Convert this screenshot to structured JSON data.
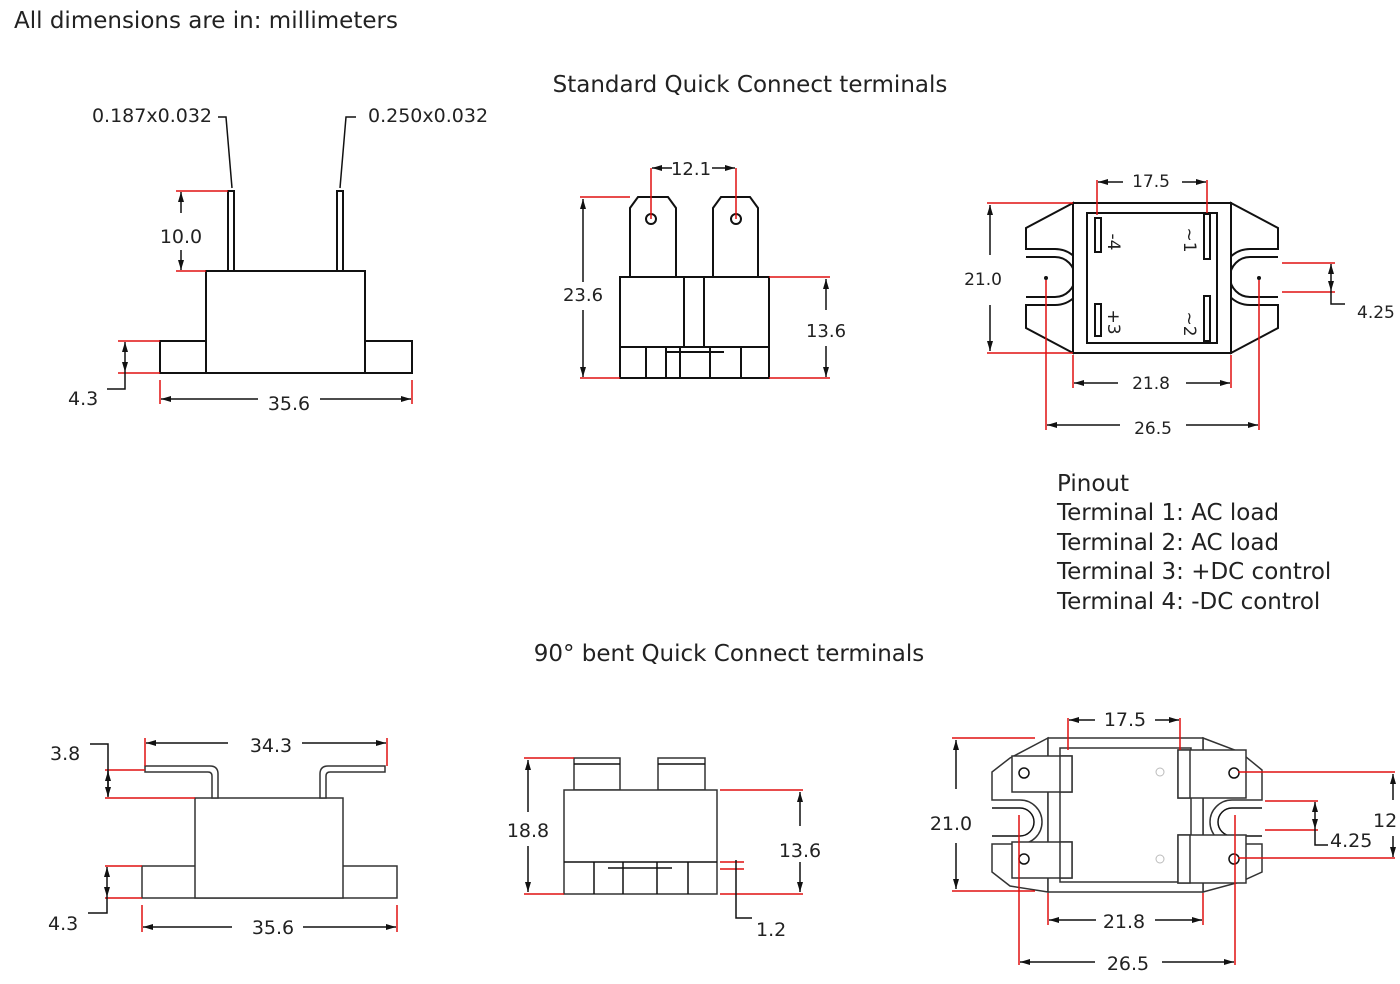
{
  "header": {
    "units_note": "All dimensions are in: millimeters"
  },
  "standard": {
    "title": "Standard Quick Connect terminals",
    "side": {
      "pin_left": "0.187x0.032",
      "pin_right": "0.250x0.032",
      "pin_height": "10.0",
      "flange_height": "4.3",
      "width": "35.6"
    },
    "front": {
      "pin_spacing": "12.1",
      "total_height": "23.6",
      "body_height": "13.6"
    },
    "top": {
      "pin_spacing": "17.5",
      "height": "21.0",
      "body_width": "21.8",
      "hole_spacing": "26.5",
      "slot_width": "4.25",
      "labels": [
        "-4",
        "~1",
        "+3",
        "~2"
      ]
    }
  },
  "pinout": {
    "title": "Pinout",
    "lines": [
      "Terminal 1: AC load",
      "Terminal 2: AC load",
      "Terminal 3: +DC control",
      "Terminal 4: -DC control"
    ]
  },
  "bent": {
    "title": "90° bent Quick Connect  terminals",
    "side": {
      "pin_height": "3.8",
      "pin_span": "34.3",
      "flange_height": "4.3",
      "width": "35.6"
    },
    "front": {
      "total_height": "18.8",
      "body_height": "13.6",
      "gap": "1.2"
    },
    "top": {
      "pin_spacing": "17.5",
      "height": "21.0",
      "body_width": "21.8",
      "hole_spacing": "26.5",
      "slot_width": "4.25",
      "terminal_spacing": "12"
    }
  }
}
